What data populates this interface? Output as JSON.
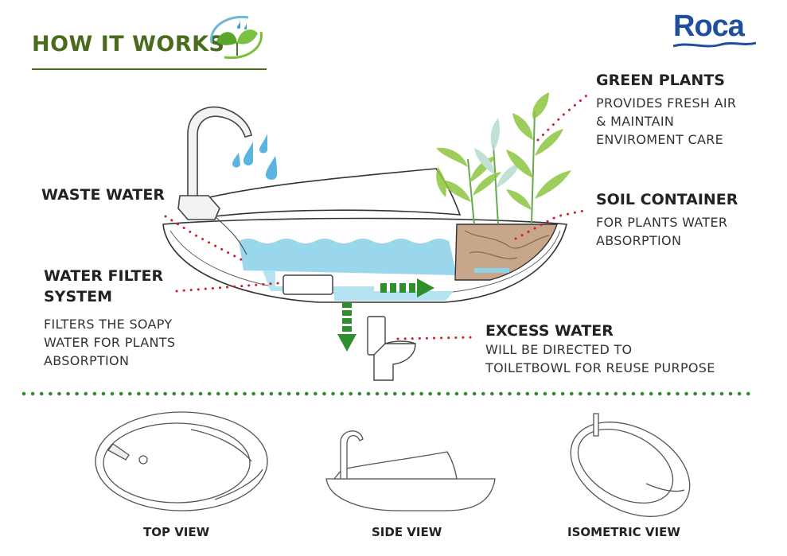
{
  "header": {
    "title": "HOW IT WORKS",
    "brand": "Roca"
  },
  "labels": {
    "green_plants": {
      "title": "GREEN PLANTS",
      "lines": [
        "PROVIDES FRESH AIR",
        "& MAINTAIN",
        "ENVIROMENT CARE"
      ]
    },
    "waste_water": {
      "title": "WASTE WATER"
    },
    "soil_container": {
      "title": "SOIL CONTAINER",
      "lines": [
        "FOR PLANTS WATER",
        "ABSORPTION"
      ]
    },
    "water_filter": {
      "title_lines": [
        "WATER FILTER",
        "SYSTEM"
      ],
      "lines": [
        "FILTERS THE SOAPY",
        "WATER FOR PLANTS",
        "ABSORPTION"
      ]
    },
    "excess_water": {
      "title": "EXCESS WATER",
      "lines": [
        "WILL BE DIRECTED TO",
        "TOILETBOWL FOR REUSE PURPOSE"
      ]
    }
  },
  "views": [
    "TOP VIEW",
    "SIDE VIEW",
    "ISOMETRIC VIEW"
  ],
  "colors": {
    "accent_green": "#4a6b1e",
    "dot_red": "#d0202a",
    "dot_green": "#2e8b2e",
    "water_blue": "#8fd3ea",
    "brand_blue": "#1f4f9c"
  },
  "icons": [
    "leaf-water-logo-icon",
    "faucet-icon",
    "water-drops-icon",
    "plant-icon",
    "filter-box-icon",
    "toilet-icon",
    "flow-arrow-icon"
  ]
}
